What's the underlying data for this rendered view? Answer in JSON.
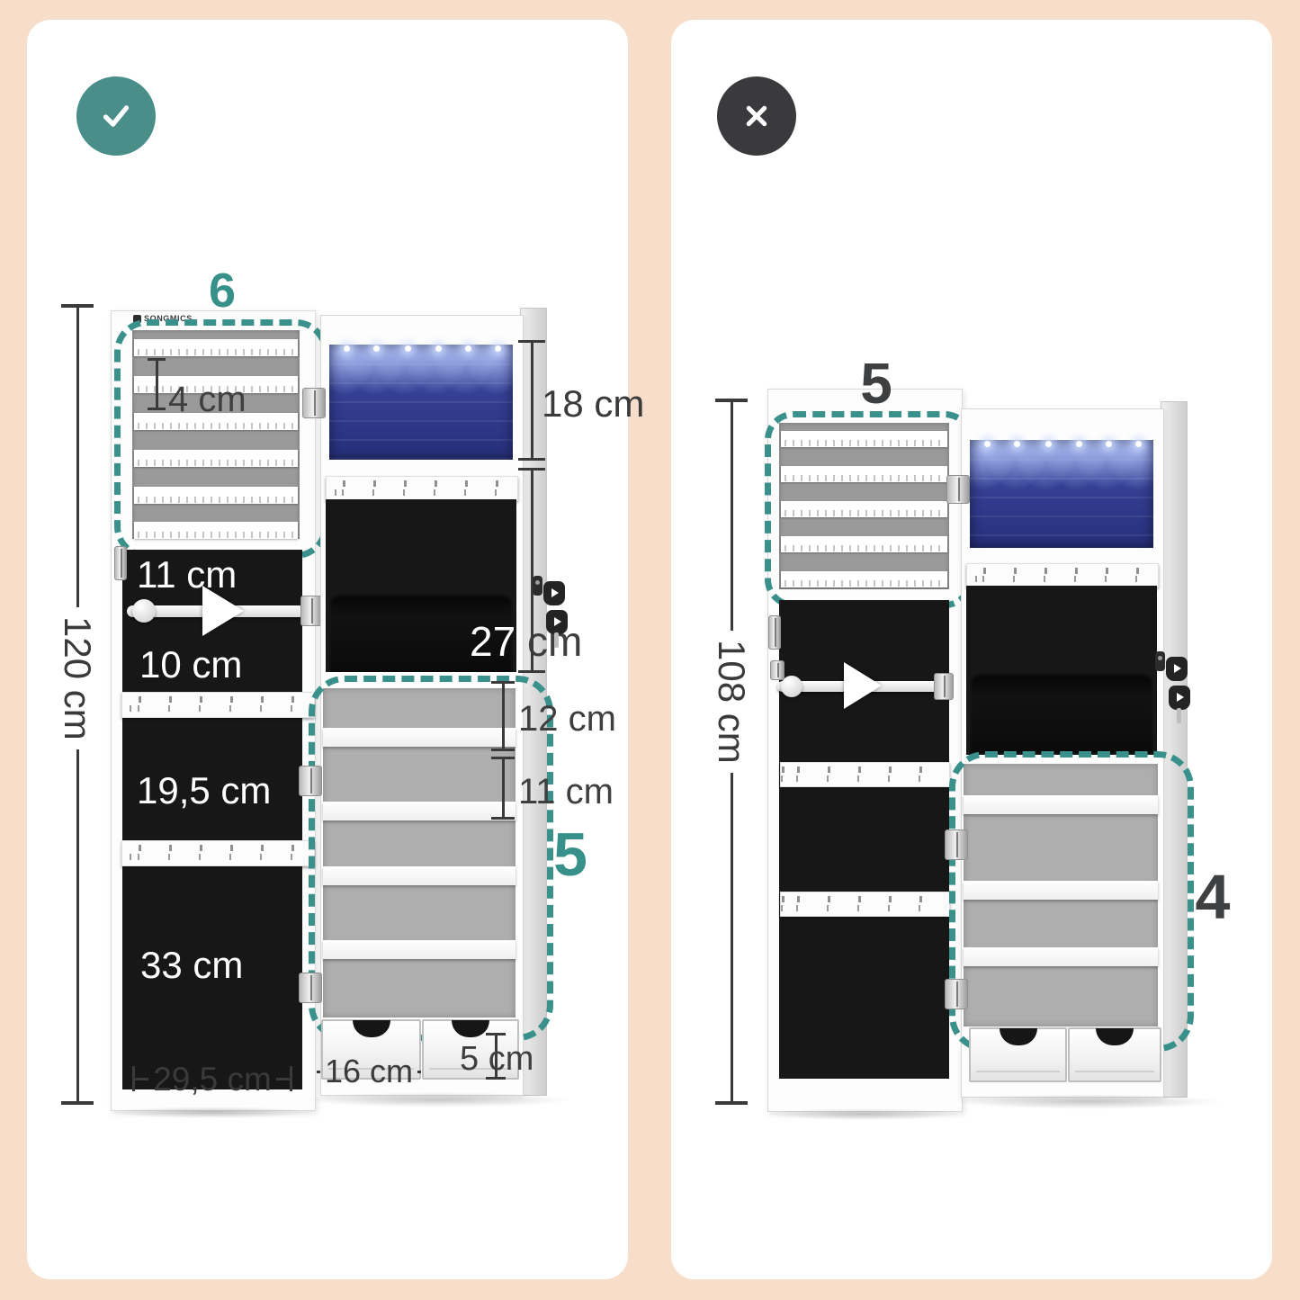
{
  "colors": {
    "background": "#f7decb",
    "panel": "#ffffff",
    "teal_dash": "#3a918c",
    "teal_badge": "#37908a",
    "check_circle": "#4a8e8a",
    "cross_circle": "#3a3a3c",
    "dark_badge": "#3e3f41",
    "dimension_text": "#3a3a3a"
  },
  "good": {
    "verdict_icon": "check-icon",
    "brand": "SONGMICS",
    "door_rows_badge": "6",
    "shelf_count_badge": "5",
    "height": "120 cm",
    "earring_slot_gap": "4 cm",
    "door_top_gap": "11 cm",
    "rod_gap": "10 cm",
    "hook_gap": "19,5 cm",
    "door_lower_gap": "33 cm",
    "door_width": "29,5 cm",
    "led_compartment_height": "18 cm",
    "pouch_compartment_value": "27",
    "pouch_compartment_unit": "cm",
    "shelf_gap_top": "12 cm",
    "shelf_gap_middle": "11 cm",
    "drawer_width": "16 cm",
    "drawer_height": "5 cm"
  },
  "bad": {
    "verdict_icon": "cross-icon",
    "door_rows_badge": "5",
    "shelf_count_badge": "4",
    "height": "108 cm"
  }
}
